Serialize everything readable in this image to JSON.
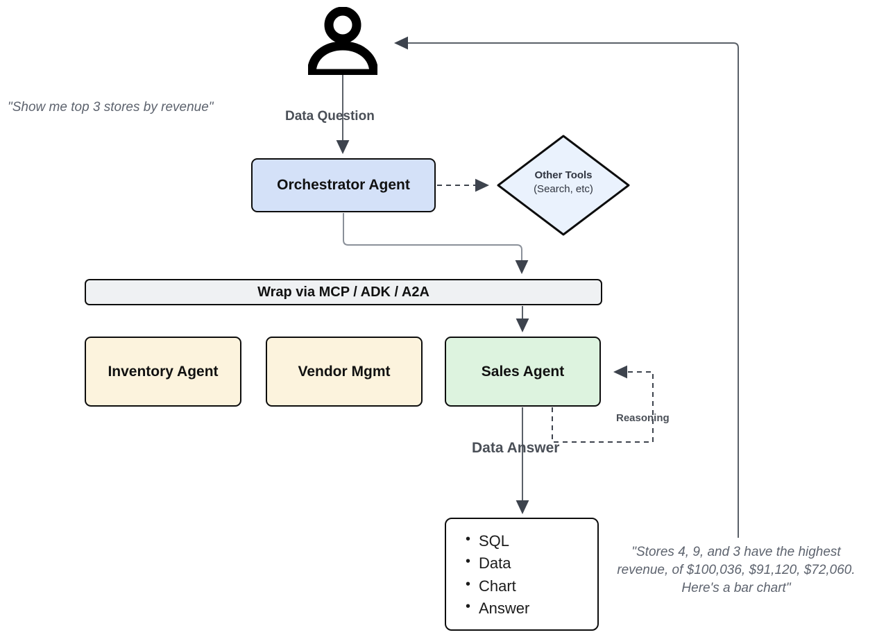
{
  "diagram": {
    "title": "Multi-agent data question flow",
    "actor": {
      "icon": "person-icon",
      "quote": "\"Show me top 3 stores by revenue\""
    },
    "nodes": {
      "orchestrator": "Orchestrator Agent",
      "other_tools_title": "Other Tools",
      "other_tools_sub": "(Search, etc)",
      "wrapper": "Wrap via MCP / ADK / A2A",
      "inventory": "Inventory Agent",
      "vendor": "Vendor Mgmt",
      "sales": "Sales Agent"
    },
    "edge_labels": {
      "data_question": "Data Question",
      "data_answer": "Data Answer",
      "reasoning": "Reasoning"
    },
    "output": {
      "items": [
        "SQL",
        "Data",
        "Chart",
        "Answer"
      ]
    },
    "answer_quote": {
      "line1": "\"Stores 4, 9, and 3 have the highest",
      "line2": "revenue, of $100,036, $91,120, $72,060.",
      "line3": "Here's a bar chart\""
    },
    "colors": {
      "orchestrator_fill": "#d4e1f8",
      "tools_fill": "#eaf2fd",
      "wrapper_fill": "#eff1f3",
      "agent_fill": "#fcf3dd",
      "sales_fill": "#ddf3df",
      "output_fill": "#ffffff",
      "stroke": "#0d0d0d",
      "wire": "#5a6068",
      "text_muted": "#5d636e"
    }
  }
}
